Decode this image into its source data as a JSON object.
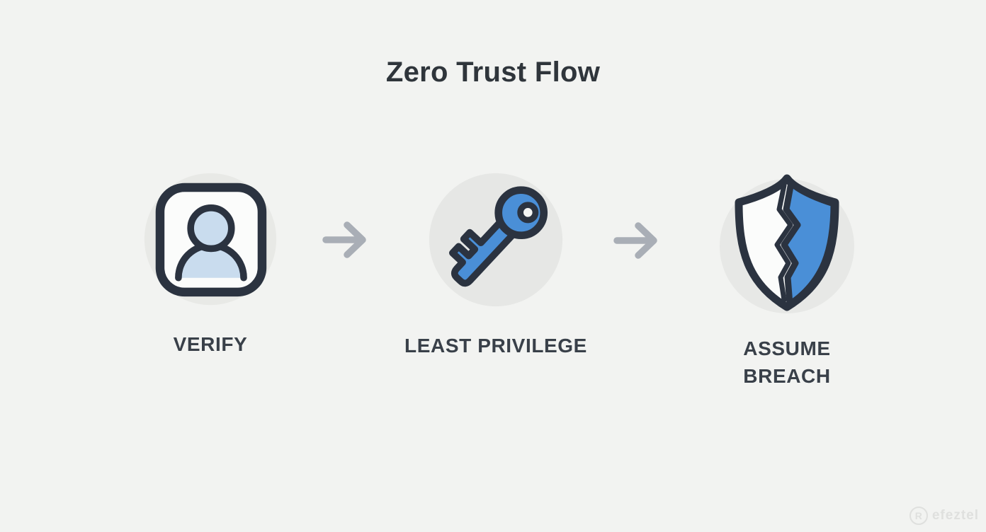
{
  "title": "Zero Trust Flow",
  "steps": [
    {
      "label": "VERIFY",
      "icon": "user-badge-icon"
    },
    {
      "label": "LEAST PRIVILEGE",
      "icon": "key-icon"
    },
    {
      "label": "ASSUME BREACH",
      "icon": "cracked-shield-icon"
    }
  ],
  "arrows": [
    {
      "icon": "flow-arrow-icon",
      "direction": "right"
    },
    {
      "icon": "flow-arrow-icon",
      "direction": "right"
    }
  ],
  "watermark": {
    "logo_letter": "R",
    "text": "efeztel"
  },
  "colors": {
    "background": "#f2f3f1",
    "icon_circle": "#e8e9e6",
    "outline": "#2b3340",
    "accent_blue": "#4a8fd7",
    "light_blue": "#c9dcee",
    "arrow_gray": "#a9aeb6",
    "label_text": "#394049",
    "title_text": "#2f353b"
  }
}
